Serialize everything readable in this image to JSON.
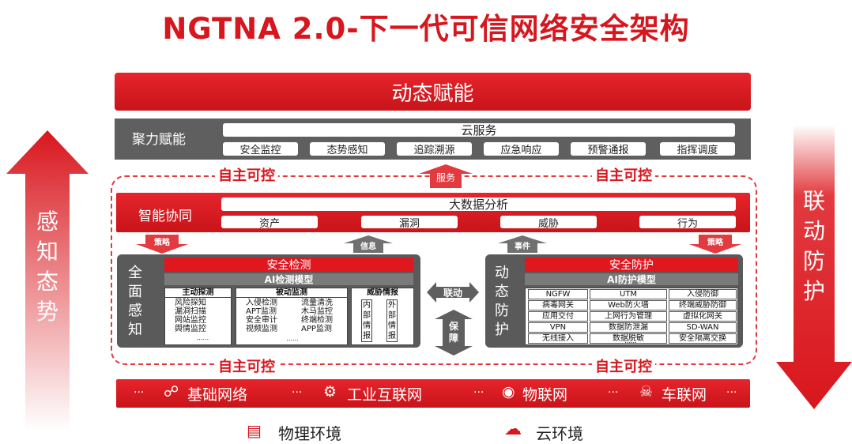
{
  "title": "NGTNA 2.0-下一代可信网络安全架构",
  "empower": "动态赋能",
  "focus": {
    "label": "聚力赋能",
    "cloud": "云服务",
    "items": [
      "安全监控",
      "态势感知",
      "追踪溯源",
      "应急响应",
      "预警通报",
      "指挥调度"
    ]
  },
  "autonomy": "自主可控",
  "service": "服务",
  "smart": {
    "label": "智能协同",
    "bigdata": "大数据分析",
    "items": [
      "资产",
      "漏洞",
      "威胁",
      "行为"
    ]
  },
  "arrows": {
    "strategy": "策略",
    "info": "信息",
    "event": "事件"
  },
  "left_arrow": "感知态势",
  "right_arrow": "联动防护",
  "perception": {
    "side": "全面感知",
    "header": "安全检测",
    "model": "AI检测模型",
    "active": {
      "title": "主动探测",
      "items": [
        "风险探知",
        "漏洞扫描",
        "网站监控",
        "舆情监控"
      ]
    },
    "passive": {
      "title": "被动监测",
      "left": [
        "入侵检测",
        "APT监测",
        "安全审计",
        "视频监测"
      ],
      "right": [
        "流量清洗",
        "木马监控",
        "终端检测",
        "APP监测"
      ]
    },
    "threat": {
      "title": "威胁情报",
      "left": "内部情报",
      "right": "外部情报"
    },
    "more": "......"
  },
  "link": "联动",
  "guarantee": "保障",
  "protection": {
    "side": "动态防护",
    "header": "安全防护",
    "model": "AI防护模型",
    "rows": [
      [
        "NGFW",
        "UTM",
        "入侵防御"
      ],
      [
        "病毒网关",
        "Web防火墙",
        "终端威胁防御"
      ],
      [
        "应用交付",
        "上网行为管理",
        "虚拟化网关"
      ],
      [
        "VPN",
        "数据防泄漏",
        "SD-WAN"
      ],
      [
        "无线接入",
        "数据脱敏",
        "安全隔离交换"
      ]
    ],
    "more": "......"
  },
  "networks": {
    "dots": "...",
    "items": [
      "基础网络",
      "工业互联网",
      "物联网",
      "车联网"
    ],
    "icons": [
      "network-icon",
      "gear-icon",
      "iot-icon",
      "car-network-icon"
    ]
  },
  "environments": {
    "physical": "物理环境",
    "cloud": "云环境"
  },
  "colors": {
    "brand_red": "#d7161e",
    "gray": "#5f5f5f"
  }
}
